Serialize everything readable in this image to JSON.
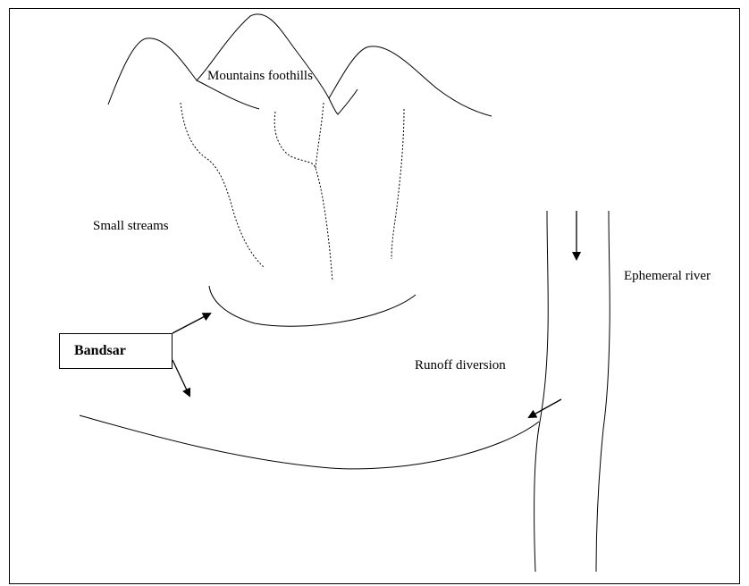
{
  "labels": {
    "mountains": "Mountains foothills",
    "streams": "Small streams",
    "river": "Ephemeral river",
    "diversion": "Runoff diversion",
    "bandsar": "Bandsar"
  },
  "colors": {
    "line": "#000000",
    "background": "#ffffff"
  }
}
